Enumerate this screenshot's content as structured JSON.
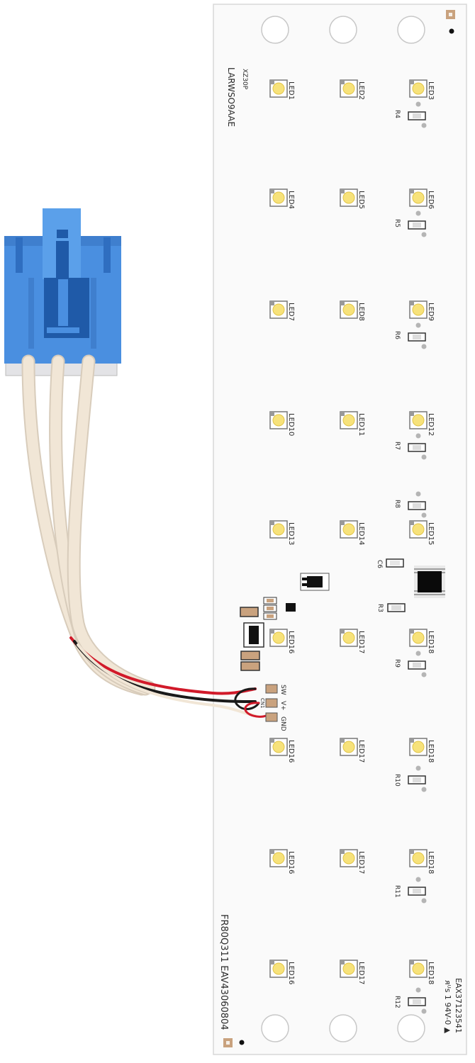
{
  "board": {
    "model_top": "LARWSO9AAE",
    "model_small": "XZ30P",
    "part_bottom": "FR80Q311 EAV43060804",
    "corner_code": "EAX37123541",
    "ul_mark": "ᴙᵁs 1 94V-0 ▲",
    "connector_pins": [
      "SW",
      "V+",
      "GND"
    ],
    "connector_ref": "CN1"
  },
  "rows": [
    {
      "leds": [
        "LED1",
        "LED2",
        "LED3"
      ],
      "resistor": "R4"
    },
    {
      "leds": [
        "LED4",
        "LED5",
        "LED6"
      ],
      "resistor": "R5"
    },
    {
      "leds": [
        "LED7",
        "LED8",
        "LED9"
      ],
      "resistor": "R6"
    },
    {
      "leds": [
        "LED10",
        "LED11",
        "LED12"
      ],
      "resistor": "R7"
    },
    {
      "leds": [
        "LED13",
        "LED14",
        "LED15"
      ],
      "resistor": "R8"
    },
    {
      "leds": [
        "LED16",
        "LED17",
        "LED18"
      ],
      "resistor": "R9"
    },
    {
      "leds": [
        "LED16",
        "LED17",
        "LED18"
      ],
      "resistor": "R10"
    },
    {
      "leds": [
        "LED16",
        "LED17",
        "LED18"
      ],
      "resistor": "R11"
    },
    {
      "leds": [
        "LED16",
        "LED17",
        "LED18"
      ],
      "resistor": "R12"
    }
  ],
  "misc_labels": {
    "c6": "C6",
    "r3": "R3"
  },
  "colors": {
    "connector_blue": "#4a8fe0",
    "connector_dark": "#1f5aa8",
    "wire_cream": "#f1e6d6",
    "led_yellow": "#f7e27a",
    "wire_red": "#d11a2a",
    "wire_black": "#1a1a1a"
  }
}
